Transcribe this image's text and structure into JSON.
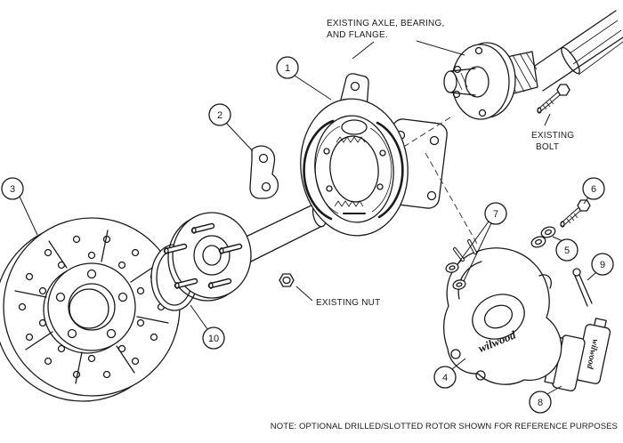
{
  "diagram": {
    "labels": {
      "axle_line1": "EXISTING AXLE, BEARING,",
      "axle_line2": "AND FLANGE.",
      "bolt_line1": "EXISTING",
      "bolt_line2": "BOLT",
      "nut": "EXISTING NUT"
    },
    "note": "NOTE: OPTIONAL DRILLED/SLOTTED ROTOR SHOWN FOR REFERENCE PURPOSES",
    "brand": "wilwood",
    "colors": {
      "line": "#1a1a1a",
      "background": "#ffffff"
    },
    "callouts": [
      {
        "label": "1"
      },
      {
        "label": "2"
      },
      {
        "label": "3"
      },
      {
        "label": "4"
      },
      {
        "label": "5"
      },
      {
        "label": "6"
      },
      {
        "label": "7"
      },
      {
        "label": "8"
      },
      {
        "label": "9"
      },
      {
        "label": "10"
      }
    ]
  }
}
